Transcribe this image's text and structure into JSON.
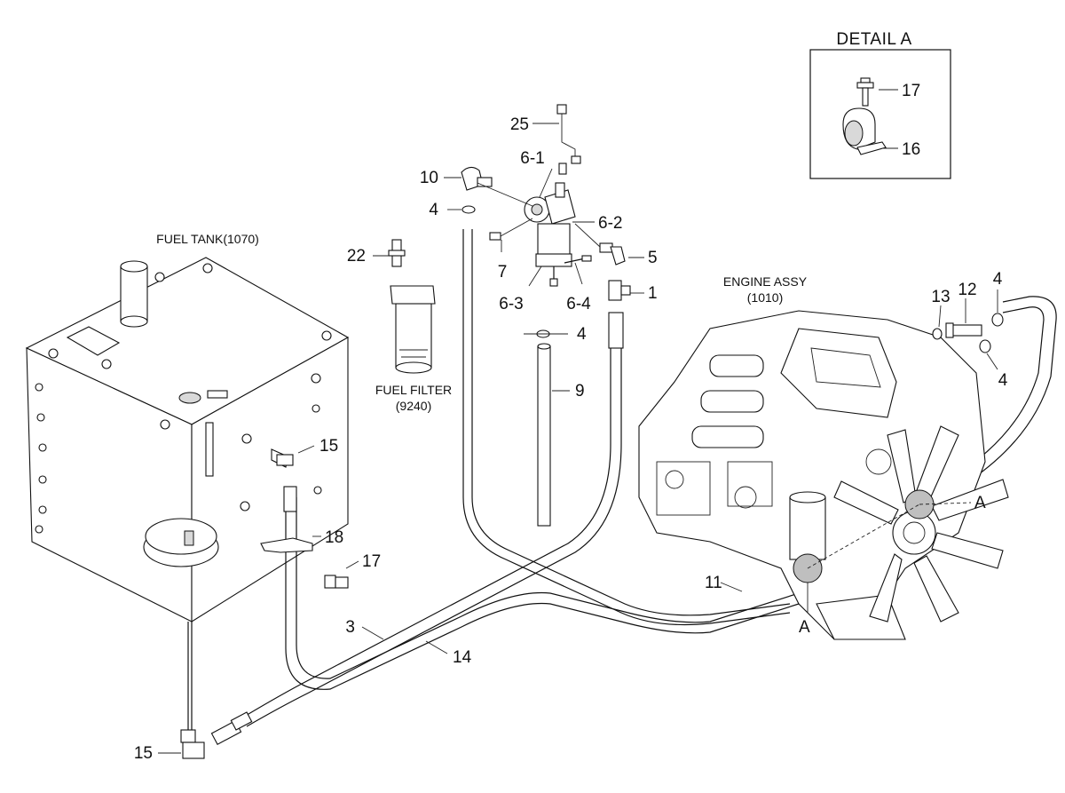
{
  "labels": {
    "fuel_tank": "FUEL TANK(1070)",
    "fuel_filter_line1": "FUEL FILTER",
    "fuel_filter_line2": "(9240)",
    "engine_line1": "ENGINE ASSY",
    "engine_line2": "(1010)",
    "detail_title": "DETAIL  A"
  },
  "callouts": {
    "c25": "25",
    "c6_1": "6-1",
    "c10": "10",
    "c4_top": "4",
    "c6_2": "6-2",
    "c22": "22",
    "c5": "5",
    "c7": "7",
    "c6_3": "6-3",
    "c6_4": "6-4",
    "c1": "1",
    "c4_mid": "4",
    "c9": "9",
    "c13": "13",
    "c12": "12",
    "c4_eng_top": "4",
    "c4_eng_bottom": "4",
    "c15_top": "15",
    "c18": "18",
    "c17_main": "17",
    "c3": "3",
    "c14": "14",
    "c11": "11",
    "c15_bottom": "15",
    "cA_fan": "A",
    "cA_bottom": "A",
    "c17_detail": "17",
    "c16_detail": "16"
  }
}
